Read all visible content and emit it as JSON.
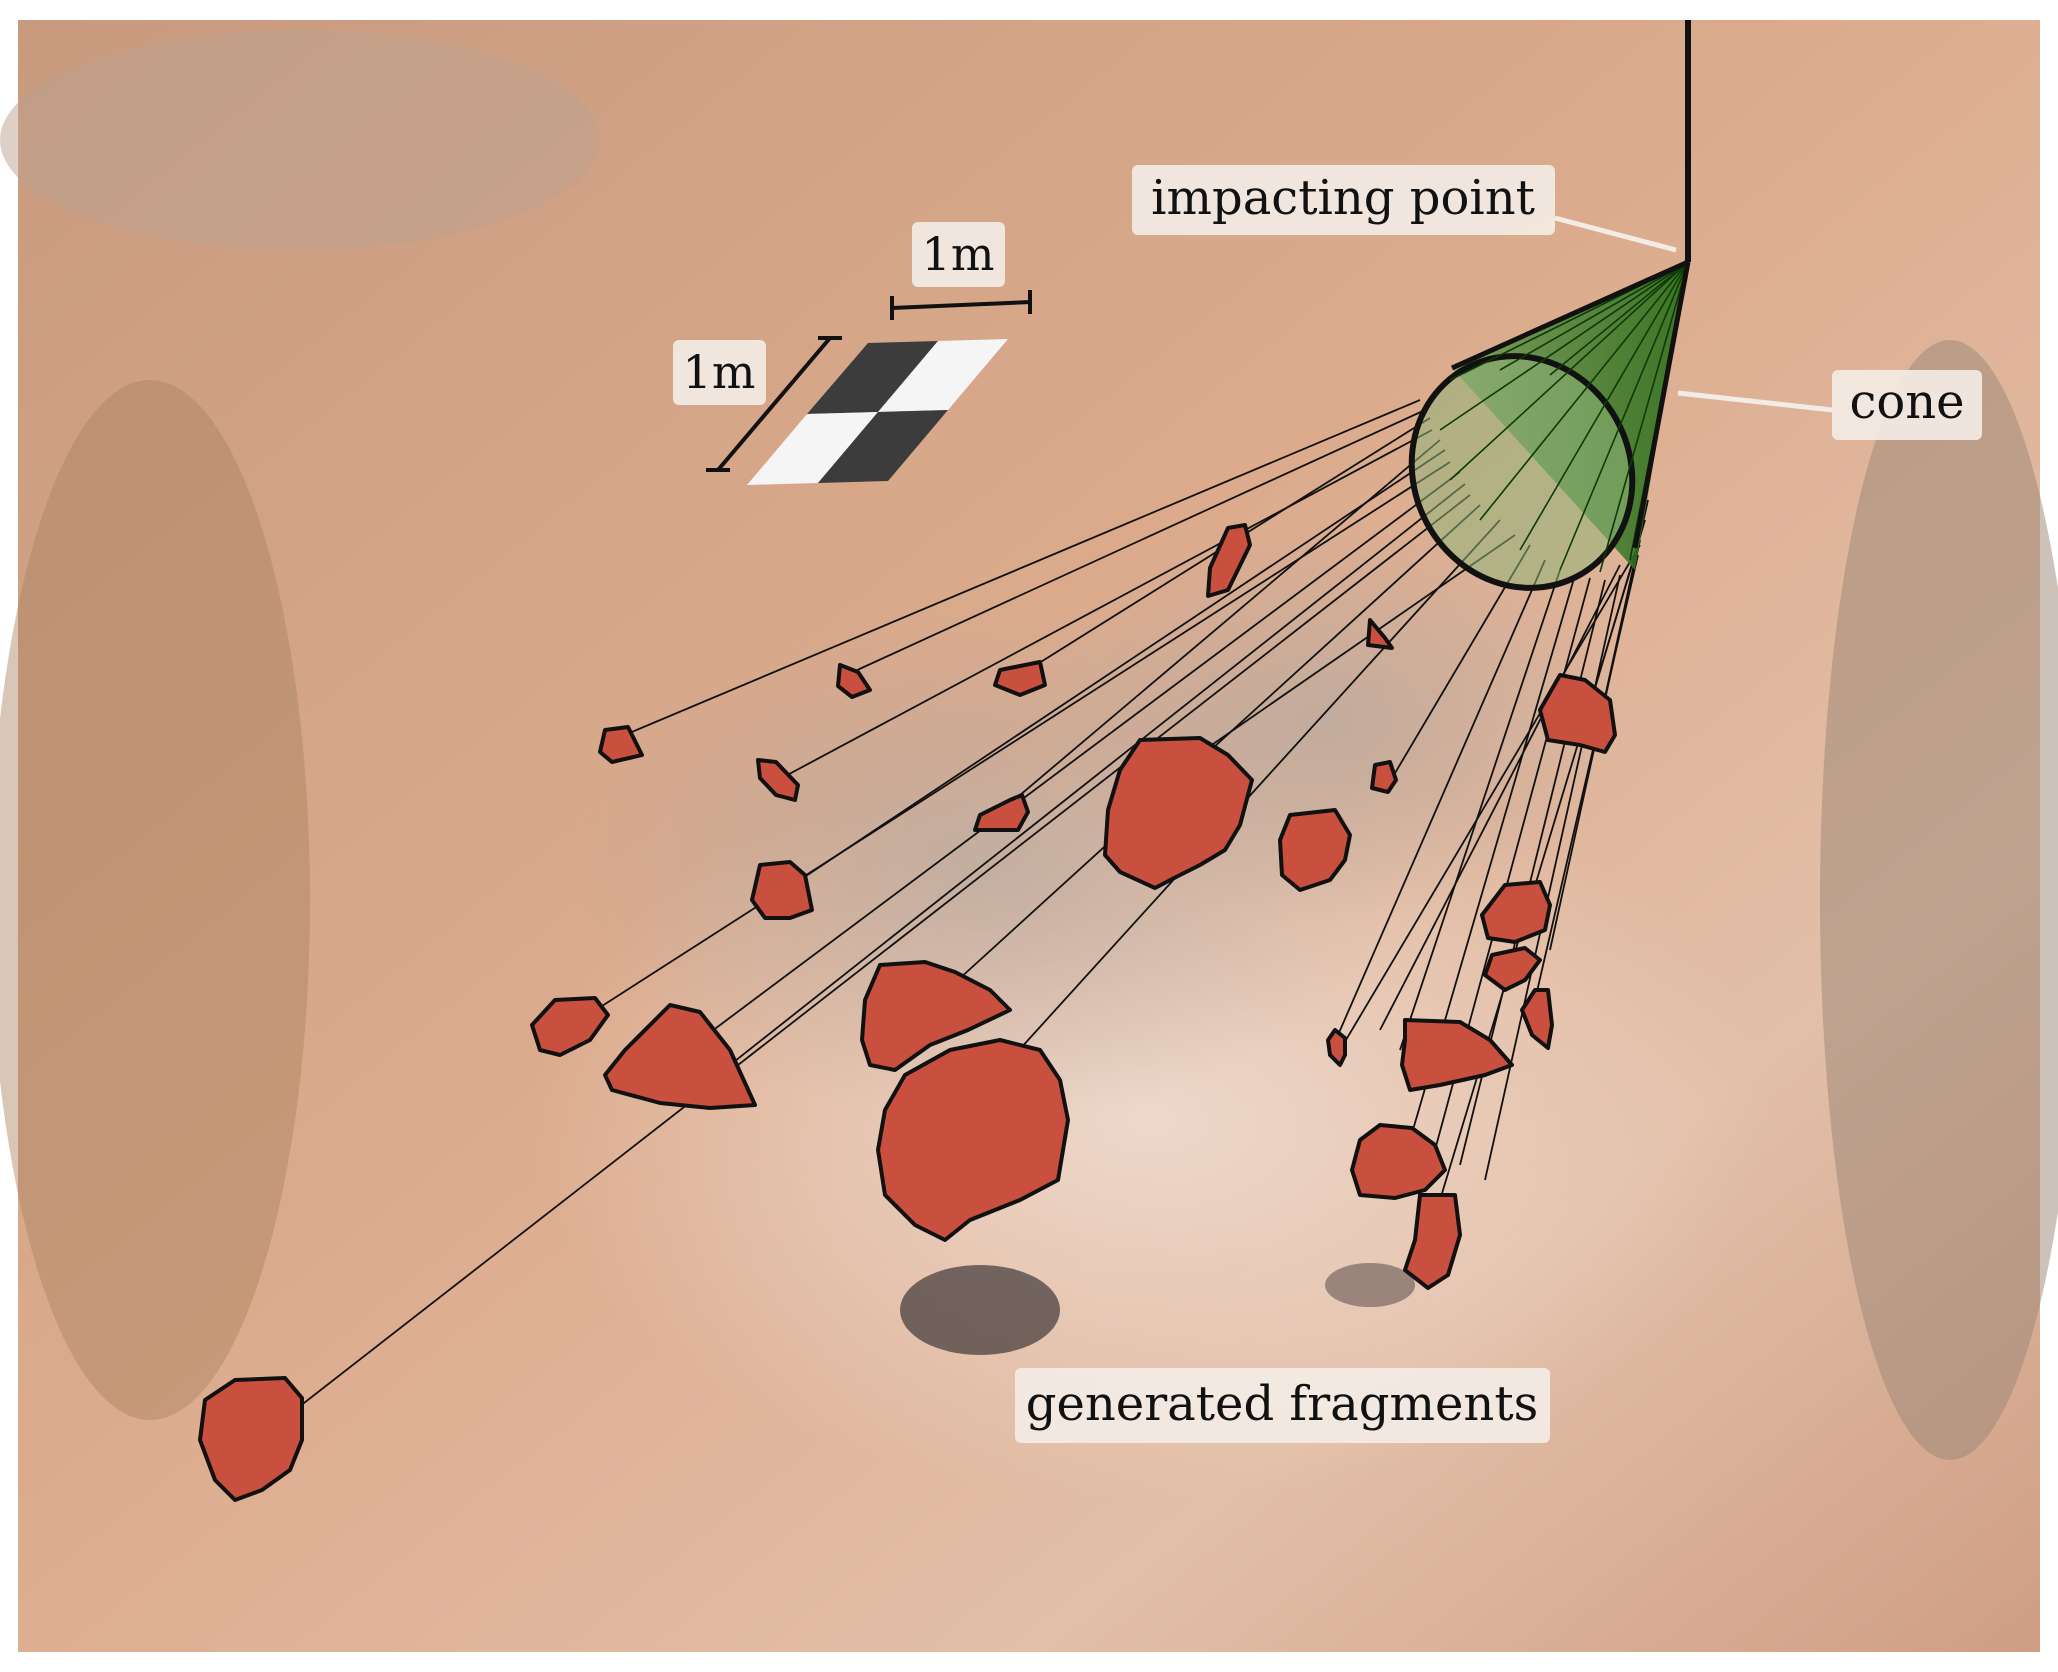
{
  "labels": {
    "impacting_point": "impacting point",
    "cone": "cone",
    "generated_fragments": "generated fragments",
    "scale_horizontal": "1m",
    "scale_vertical": "1m"
  },
  "colors": {
    "fragment_fill": "#c9503f",
    "cone_fill": "#2e7d1f",
    "rock_background": "#d9a788",
    "label_box": "#f3ebe4"
  },
  "icons": {
    "scale_target": "checkerboard-target-icon"
  }
}
